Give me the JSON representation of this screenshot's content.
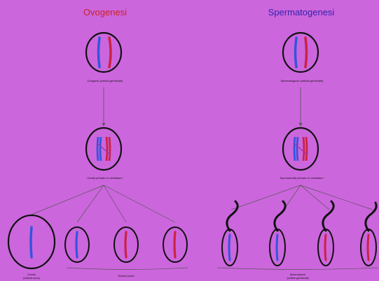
{
  "colors": {
    "background": "#cc66dd",
    "ovogenesi_title": "#cc2222",
    "spermatogenesi_title": "#3322aa",
    "blue_chromosome": "#3355dd",
    "red_chromosome": "#cc2244",
    "outline": "#111111",
    "arrow": "#555555"
  },
  "ovogenesi": {
    "title": "Ovogenesi",
    "cell1_label": "Ovogonio (cellula germinale)",
    "cell2_label": "Oocita primario in metafase I",
    "oocyte_label_line1": "Oocita",
    "oocyte_label_line2": "(cellula uovo)",
    "polar_label": "Globuli polari"
  },
  "spermatogenesi": {
    "title": "Spermatogenesi",
    "cell1_label": "Spermatogonio (cellula germinale)",
    "cell2_label": "Spermatocita primario in metafase I",
    "sperm_label_line1": "Spermatozoi",
    "sperm_label_line2": "(cellule germinali)"
  }
}
